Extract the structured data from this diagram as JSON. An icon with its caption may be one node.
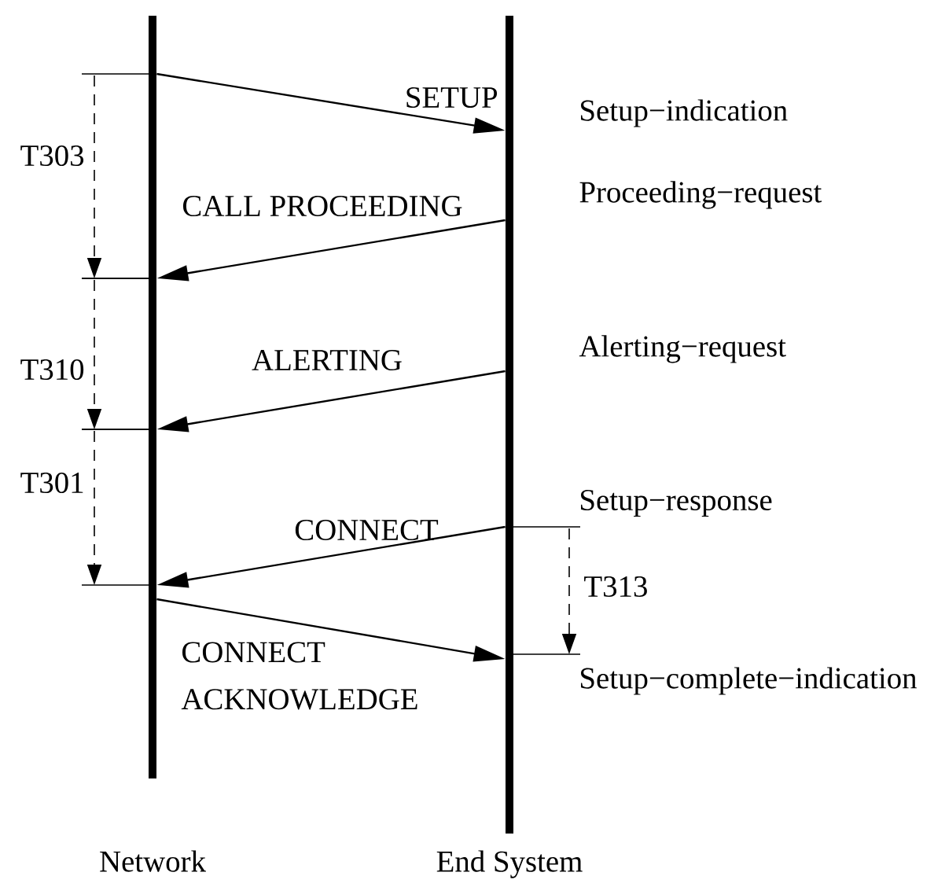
{
  "diagram": {
    "nodes": [
      {
        "text": [
          "Network"
        ]
      },
      {
        "text": [
          "End System"
        ]
      }
    ],
    "edges": [
      {
        "from": 0,
        "to": 1,
        "arrow": "to",
        "label": "SETUP"
      },
      {
        "from": 1,
        "to": 0,
        "arrow": "to",
        "label": "CALL PROCEEDING"
      },
      {
        "from": 1,
        "to": 0,
        "arrow": "to",
        "label": "ALERTING"
      },
      {
        "from": 1,
        "to": 0,
        "arrow": "to",
        "label": "CONNECT"
      },
      {
        "from": 0,
        "to": 1,
        "arrow": "to",
        "label": "CONNECT ACKNOWLEDGE"
      }
    ],
    "labels": [
      "Setup−indication",
      "T303",
      "Proceeding−request",
      "T310",
      "Alerting−request",
      "T301",
      "Setup−response",
      "T313",
      "Setup−complete−indication"
    ]
  }
}
